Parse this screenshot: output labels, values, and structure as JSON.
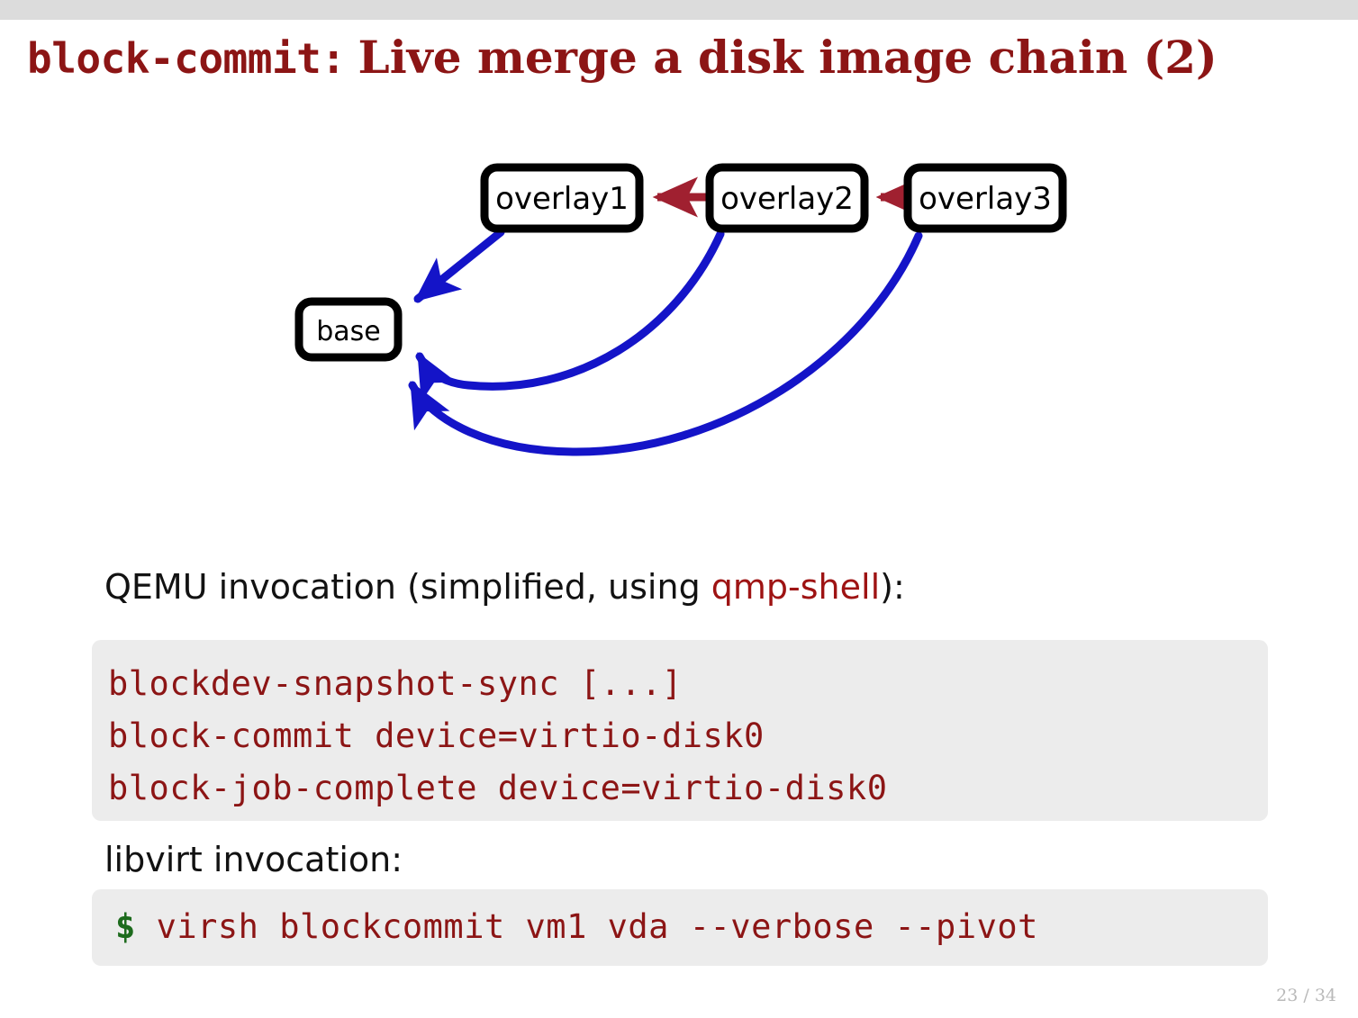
{
  "slide": {
    "title": {
      "mono": "block-commit:",
      "rest": "Live merge a disk image chain (2)"
    },
    "page_number": "23 / 34",
    "colors": {
      "title_red": "#8c1515",
      "accent_red": "#9e1313",
      "code_red": "#8c1515",
      "prompt_green": "#1d6b1d",
      "arrow_blue": "#1414c8",
      "arrow_dark_red": "#a02030",
      "code_bg": "#ececec",
      "top_bar": "#dcdcdc"
    }
  },
  "diagram": {
    "name": "disk-image-chain-diagram",
    "nodes": [
      {
        "id": "overlay1",
        "label": "overlay1"
      },
      {
        "id": "overlay2",
        "label": "overlay2"
      },
      {
        "id": "overlay3",
        "label": "overlay3"
      },
      {
        "id": "base",
        "label": "base"
      }
    ],
    "backing_edges": [
      {
        "from": "overlay2",
        "to": "overlay1",
        "color": "dark-red"
      },
      {
        "from": "overlay3",
        "to": "overlay2",
        "color": "dark-red"
      }
    ],
    "commit_edges": [
      {
        "from": "overlay1",
        "to": "base",
        "color": "blue"
      },
      {
        "from": "overlay2",
        "to": "base",
        "color": "blue"
      },
      {
        "from": "overlay3",
        "to": "base",
        "color": "blue"
      }
    ]
  },
  "qemu": {
    "caption_pre": "QEMU invocation (simplified, using ",
    "caption_accent": "qmp-shell",
    "caption_post": "):",
    "code_lines": [
      "blockdev-snapshot-sync [...]",
      "block-commit device=virtio-disk0",
      "block-job-complete device=virtio-disk0"
    ]
  },
  "libvirt": {
    "caption": "libvirt invocation:",
    "prompt": "$",
    "command": "virsh blockcommit vm1 vda --verbose --pivot"
  }
}
